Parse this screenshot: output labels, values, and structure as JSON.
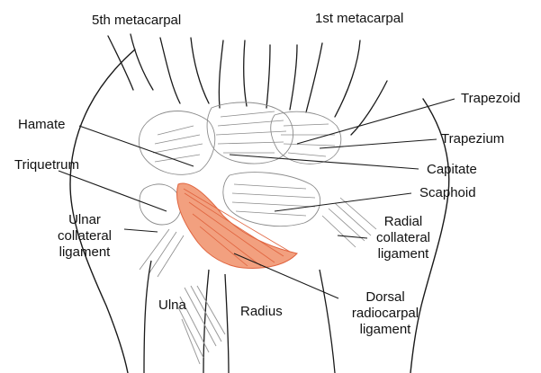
{
  "colors": {
    "ink": "#1a1a1a",
    "ligament_fill": "#f2a07f",
    "ligament_stroke": "#e0643f",
    "shading": "#8c8c8c",
    "background": "#ffffff"
  },
  "labels": {
    "metacarpal_5": "5th metacarpal",
    "metacarpal_1": "1st metacarpal",
    "hamate": "Hamate",
    "trapezoid": "Trapezoid",
    "trapezium": "Trapezium",
    "triquetrum": "Triquetrum",
    "capitate": "Capitate",
    "scaphoid": "Scaphoid",
    "ulnar_collateral": [
      "Ulnar",
      "collateral",
      "ligament"
    ],
    "radial_collateral": [
      "Radial",
      "collateral",
      "ligament"
    ],
    "ulna": "Ulna",
    "radius": "Radius",
    "dorsal_radiocarpal": [
      "Dorsal",
      "radiocarpal",
      "ligament"
    ]
  }
}
